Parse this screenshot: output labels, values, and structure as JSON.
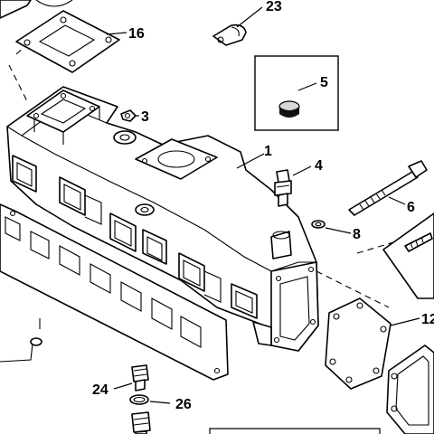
{
  "callouts": {
    "c1": "1",
    "c3": "3",
    "c4": "4",
    "c5": "5",
    "c6": "6",
    "c8": "8",
    "c12": "12",
    "c16": "16",
    "c23": "23",
    "c24": "24",
    "c26": "26"
  },
  "colors": {
    "line": "#000000",
    "background": "#ffffff",
    "shade": "#d8d8d8"
  }
}
